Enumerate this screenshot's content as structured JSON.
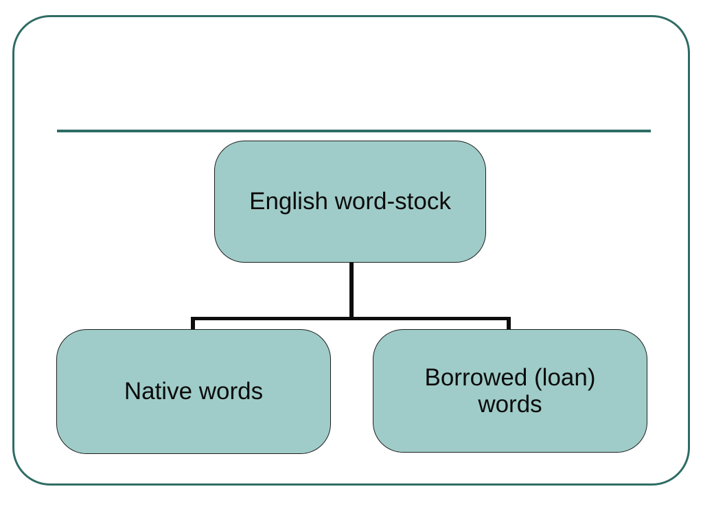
{
  "slide": {
    "type": "hierarchy-diagram-slide",
    "diagram": {
      "root": {
        "label": "English word-stock"
      },
      "children": [
        {
          "label": "Native words"
        },
        {
          "label": "Borrowed (loan) words"
        }
      ]
    }
  },
  "colors": {
    "frame": "#2E6C64",
    "divider": "#2E6C64",
    "node_fill": "#9FCCC8",
    "node_border": "#1C1C1C",
    "connector": "#0D0D0D",
    "text": "#0B0B0B",
    "background": "#FFFFFF"
  }
}
